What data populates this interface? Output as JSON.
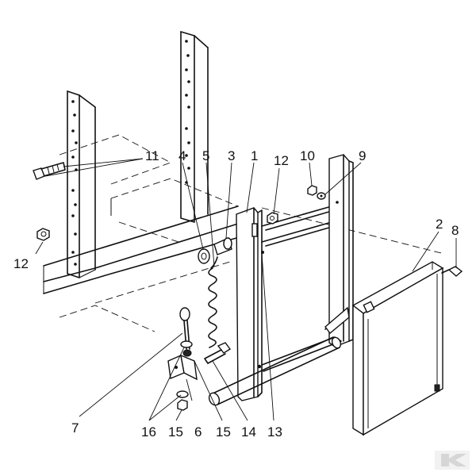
{
  "callouts": {
    "p1": "1",
    "p2": "2",
    "p3": "3",
    "p4": "4",
    "p5": "5",
    "p6": "6",
    "p7": "7",
    "p8": "8",
    "p9": "9",
    "p10": "10",
    "p11": "11",
    "p12a": "12",
    "p12b": "12",
    "p13": "13",
    "p14": "14",
    "p15a": "15",
    "p15b": "15",
    "p16": "16"
  },
  "logo": {
    "icon": "k-logo-icon",
    "text": "K",
    "color": "#e0e0e0"
  }
}
